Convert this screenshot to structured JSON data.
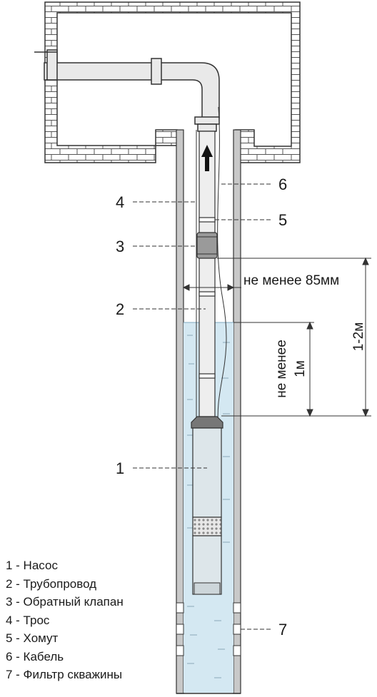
{
  "callouts": {
    "pump": "1",
    "pipeline": "2",
    "check_valve": "3",
    "cable_rope": "4",
    "clamp": "5",
    "power_cable": "6",
    "well_filter": "7"
  },
  "dimensions": {
    "min_diameter": "не менее 85мм",
    "min_depth_below_water": [
      "не менее",
      "1м"
    ],
    "pump_above_bottom": "1-2м"
  },
  "legend": [
    "1 - Насос",
    "2 - Трубопровод",
    "3 - Обратный клапан",
    "4 - Трос",
    "5 - Хомут",
    "6 - Кабель",
    "7 - Фильтр скважины"
  ],
  "colors": {
    "line": "#222222",
    "brick_fill": "#ffffff",
    "casing": "#c8c8c8",
    "water": "#d4e8f2",
    "pipe": "#e9e9e9",
    "valve": "#9a9a9a",
    "pump_body": "#dde6ea"
  }
}
